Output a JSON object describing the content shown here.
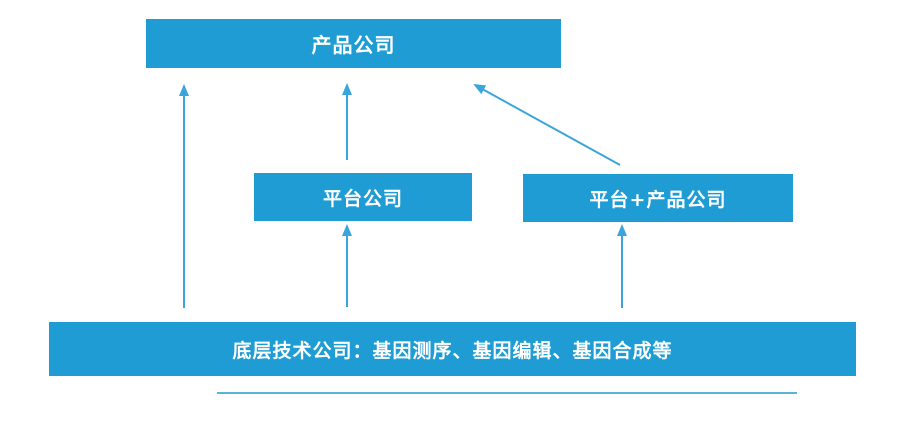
{
  "diagram": {
    "nodes": {
      "product": {
        "label": "产品公司"
      },
      "platform": {
        "label": "平台公司"
      },
      "platform_product": {
        "label": "平台+产品公司"
      },
      "base_tech": {
        "label": "底层技术公司：基因测序、基因编辑、基因合成等"
      }
    },
    "edges": [
      {
        "from": "base_tech",
        "to": "product"
      },
      {
        "from": "platform",
        "to": "product"
      },
      {
        "from": "base_tech",
        "to": "platform"
      },
      {
        "from": "base_tech",
        "to": "platform_product"
      },
      {
        "from": "platform_product",
        "to": "product"
      }
    ],
    "colors": {
      "node_fill": "#1e9cd3",
      "node_text": "#ffffff",
      "arrow": "#3aa5da",
      "divider": "#57b5da",
      "background": "#ffffff"
    }
  }
}
